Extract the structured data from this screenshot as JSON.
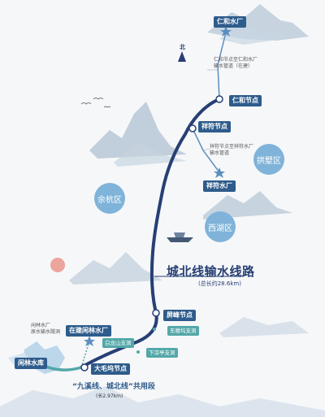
{
  "map": {
    "title": "城北线输水线路",
    "subtitle": "(总长约28.6km)",
    "north": "北",
    "districts": [
      "余杭区",
      "拱墅区",
      "西湖区"
    ],
    "nodes": {
      "renhe_plant": "仁和水厂",
      "renhe_node": "仁和节点",
      "xiangfu_node": "祥符节点",
      "xiangfu_plant": "祥符水厂",
      "pingfeng_node": "屏峰节点",
      "damaowu_node": "大毛坞节点",
      "xianlin_plant": "在建闲林水厂",
      "xianlin_reservoir": "闲林水库"
    },
    "notes": {
      "renhe_pipe": [
        "仁和节点至仁和水厂",
        "输水管道（在建）"
      ],
      "xiangfu_pipe": [
        "祥符节点至祥符水厂",
        "输水管道"
      ],
      "xianlin_tunnel": [
        "闲林水厂",
        "原水输水隧洞"
      ]
    },
    "stations": [
      "东穆坞支洞",
      "白龙山支洞",
      "下凉亭支洞"
    ],
    "shared_section": {
      "title": "“九溪线、城北线”共用段",
      "length": "(长2.97km)"
    },
    "colors": {
      "main_line": "#273f74",
      "branch_line": "#5b8fbf",
      "shared_line": "#53a7a8",
      "label": "#2e5c8c",
      "district": "#7fb3d9"
    }
  }
}
